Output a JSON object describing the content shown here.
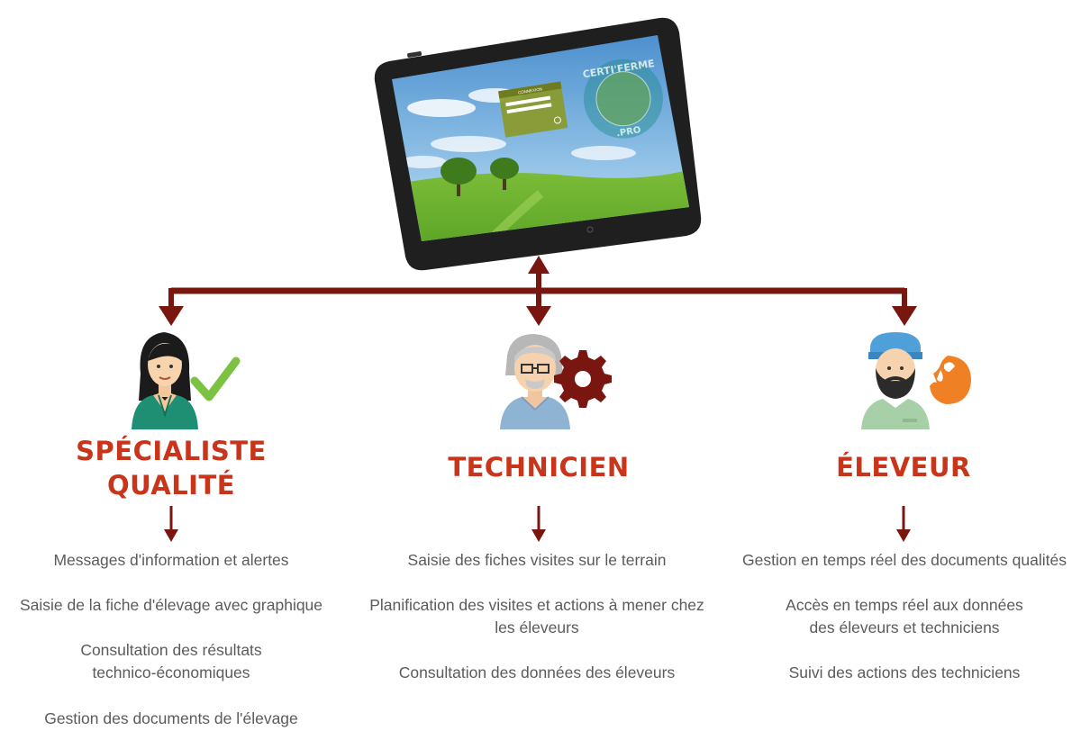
{
  "colors": {
    "connector": "#7a1610",
    "title": "#c9351a",
    "text": "#5b5b5b",
    "check": "#7cc242",
    "gear": "#7a1610",
    "rooster": "#f08024"
  },
  "tablet": {
    "login_title": "CONNEXION",
    "logo_top": "CERTI'FERME",
    "logo_bottom": ".PRO"
  },
  "roles": [
    {
      "id": "specialiste",
      "avatar_icon": "woman-avatar-icon",
      "badge_icon": "checkmark-icon",
      "title_line1": "SPÉCIALISTE",
      "title_line2": "QUALITÉ",
      "features": [
        {
          "line1": "Messages d'information et alertes",
          "line2": ""
        },
        {
          "line1": "Saisie de la fiche d'élevage avec graphique",
          "line2": ""
        },
        {
          "line1": "Consultation des résultats",
          "line2": "technico-économiques"
        },
        {
          "line1": "Gestion des documents de l'élevage",
          "line2": ""
        }
      ]
    },
    {
      "id": "technicien",
      "avatar_icon": "old-man-glasses-avatar-icon",
      "badge_icon": "gear-icon",
      "title_line1": "TECHNICIEN",
      "title_line2": "",
      "features": [
        {
          "line1": "Saisie des fiches visites sur le terrain",
          "line2": ""
        },
        {
          "line1": "Planification des visites et actions à mener chez",
          "line2": "les éleveurs"
        },
        {
          "line1": "Consultation des données des éleveurs",
          "line2": ""
        }
      ]
    },
    {
      "id": "eleveur",
      "avatar_icon": "bearded-man-cap-avatar-icon",
      "badge_icon": "rooster-icon",
      "title_line1": "ÉLEVEUR",
      "title_line2": "",
      "features": [
        {
          "line1": "Gestion en temps réel des documents qualités",
          "line2": ""
        },
        {
          "line1": "Accès en temps réel aux données",
          "line2": "des éleveurs et techniciens"
        },
        {
          "line1": "Suivi des actions des techniciens",
          "line2": ""
        }
      ]
    }
  ]
}
